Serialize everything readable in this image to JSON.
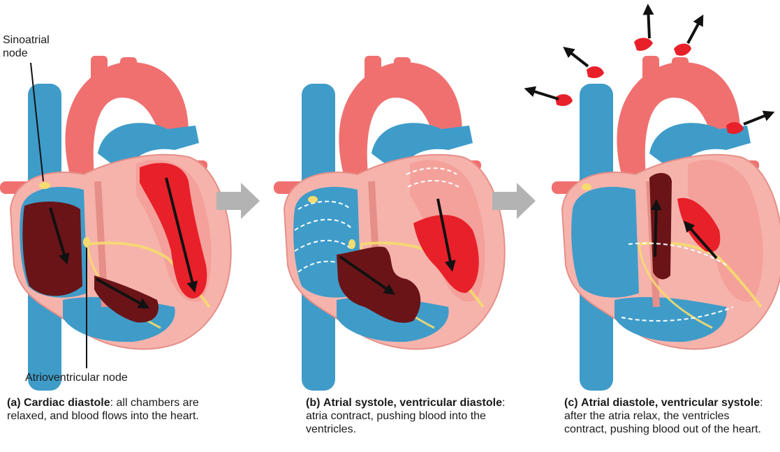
{
  "labels": {
    "sinoatrial_line1": "Sinoatrial",
    "sinoatrial_line2": "node",
    "atrioventricular": "Atrioventricular node"
  },
  "captions": [
    {
      "tag": "(a)",
      "bold": "Cardiac diastole",
      "text": ": all chambers are relaxed, and blood flows into the heart."
    },
    {
      "tag": "(b)",
      "bold": "Atrial systole, ventricular diastole",
      "text": ": atria contract, pushing blood into the ventricles."
    },
    {
      "tag": "(c)",
      "bold": "Atrial diastole, ventricular systole",
      "text": ": after the atria relax, the ventricles contract, pushing blood out of the heart."
    }
  ],
  "colors": {
    "vein_blue": "#3f9cc9",
    "artery_red": "#f07070",
    "oxygenated_blood": "#e8202a",
    "deoxygenated_blood": "#6a1418",
    "wall_pink": "#f6b3ac",
    "node_yellow": "#f5dc6e",
    "arrow_gray": "#b3b3b3"
  }
}
